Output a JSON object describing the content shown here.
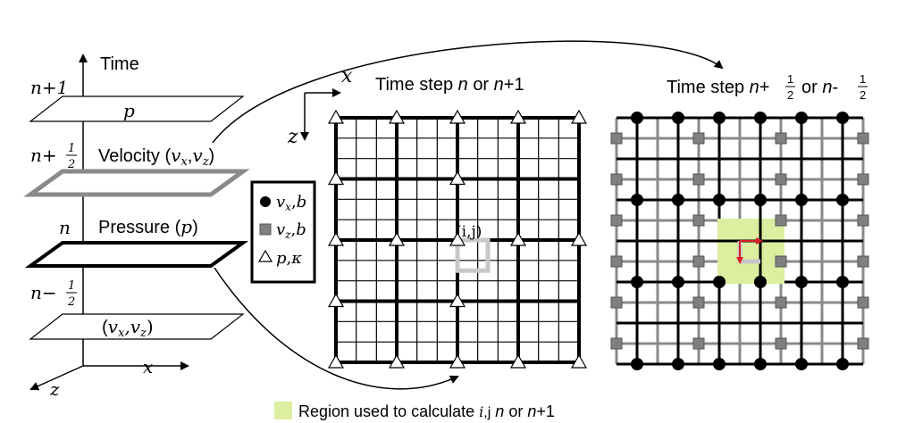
{
  "time_axis": {
    "label": "Time",
    "levels": [
      {
        "tag": "n+1",
        "layer_label": "p"
      },
      {
        "tag": "n+½",
        "layer_label": "Velocity (vx,vz)"
      },
      {
        "tag": "n",
        "layer_label": "Pressure (p)"
      },
      {
        "tag": "n−½",
        "layer_label": "(vx,vz)"
      }
    ],
    "x_label": "x",
    "z_label": "z"
  },
  "legend": {
    "items": [
      {
        "symbol": "circle",
        "label": "vx,b"
      },
      {
        "symbol": "square",
        "label": "vz,b"
      },
      {
        "symbol": "triangle",
        "label": "p,κ"
      }
    ]
  },
  "grid_left": {
    "title_prefix": "Time step",
    "title_n": "n",
    "title_or": "or",
    "title_n1": "n+1",
    "x_label": "x",
    "z_label": "z",
    "cell_label": "(i,j)"
  },
  "grid_right": {
    "title_prefix": "Time step",
    "title_n": "n+",
    "title_frac_num": "1",
    "title_frac_den": "2",
    "title_or": "or",
    "title_n2": "n-"
  },
  "footer": {
    "text": "Region used to calculate",
    "ij": "i,j",
    "n": "n",
    "or": "or",
    "n1": "n+1"
  },
  "colors": {
    "region_green": "#dceea0",
    "arrow_red": "#d8202a",
    "node_gray": "#808080",
    "cell_gray": "#c8c8c8"
  }
}
